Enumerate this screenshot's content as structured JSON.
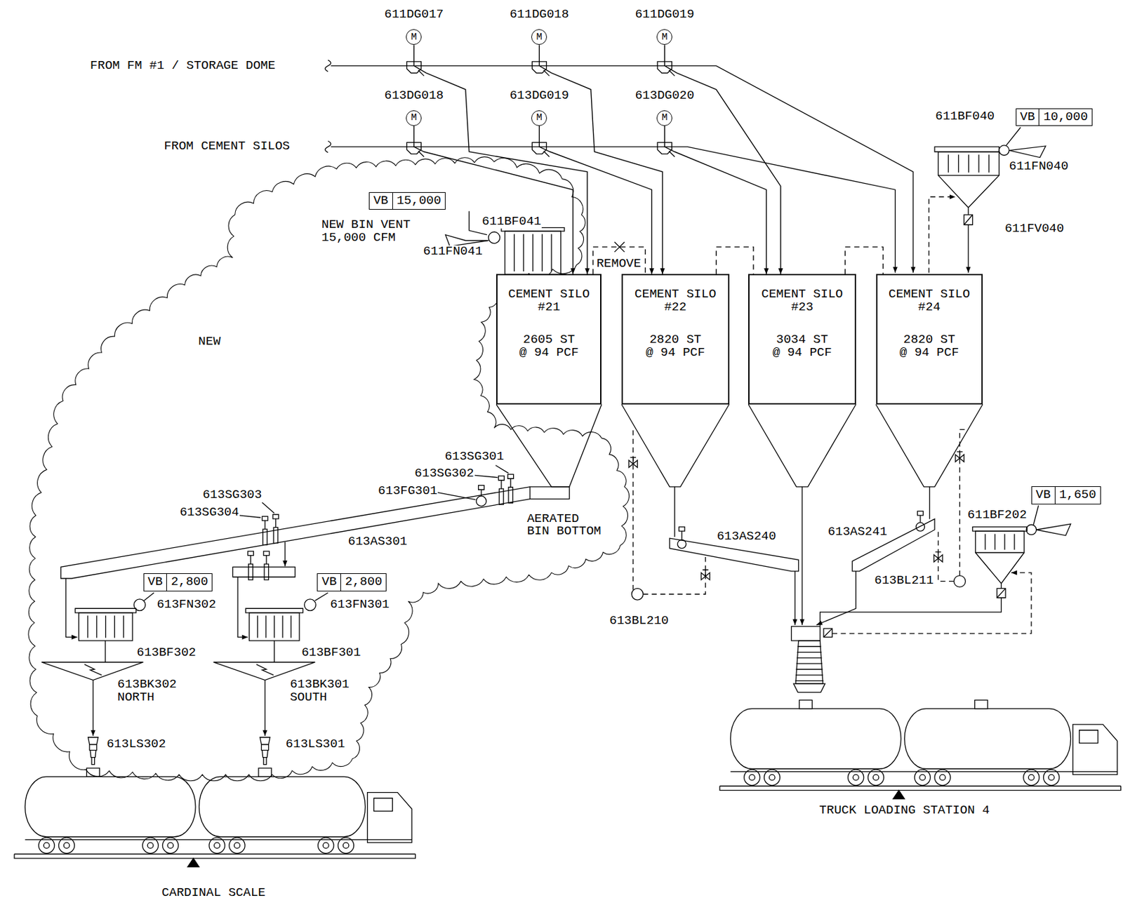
{
  "diagram": {
    "nodes": [
      {
        "text": [
          "611DG017",
          "M"
        ]
      },
      {
        "text": [
          "611DG018",
          "M"
        ]
      },
      {
        "text": [
          "611DG019",
          "M"
        ]
      },
      {
        "text": [
          "613DG018",
          "M"
        ]
      },
      {
        "text": [
          "613DG019",
          "M"
        ]
      },
      {
        "text": [
          "613DG020",
          "M"
        ]
      },
      {
        "text": [
          "VB",
          "10,000"
        ]
      },
      {
        "text": [
          "VB",
          "15,000"
        ]
      },
      {
        "text": [
          "CEMENT SILO #21",
          "2605 ST @ 94 PCF"
        ]
      },
      {
        "text": [
          "CEMENT SILO #22",
          "2820 ST @ 94 PCF"
        ]
      },
      {
        "text": [
          "CEMENT SILO #23",
          "3034 ST @ 94 PCF"
        ]
      },
      {
        "text": [
          "CEMENT SILO #24",
          "2820 ST @ 94 PCF"
        ]
      },
      {
        "text": [
          "VB",
          "2,800"
        ]
      },
      {
        "text": [
          "VB",
          "2,800"
        ]
      },
      {
        "text": [
          "VB",
          "1,650"
        ]
      }
    ],
    "edges": [
      {
        "from": 0,
        "to": 8,
        "arrow": "to"
      },
      {
        "from": 3,
        "to": 8,
        "arrow": "to"
      },
      {
        "from": 1,
        "to": 9,
        "arrow": "to"
      },
      {
        "from": 4,
        "to": 9,
        "arrow": "to"
      },
      {
        "from": 2,
        "to": 10,
        "arrow": "to"
      },
      {
        "from": 5,
        "to": 10,
        "arrow": "to"
      },
      {
        "from": 8,
        "to": 9,
        "label": "REMOVE",
        "arrow": "none"
      },
      {
        "from": 9,
        "to": 10,
        "arrow": "none"
      },
      {
        "from": 10,
        "to": 11,
        "arrow": "none"
      }
    ],
    "labels": [
      "FROM FM #1 / STORAGE DOME",
      "FROM CEMENT SILOS",
      "611BF040",
      "611FN040",
      "611FV040",
      "NEW BIN VENT 15,000 CFM",
      "611BF041",
      "611FN041",
      "NEW",
      "613SG301",
      "613SG302",
      "613FG301",
      "613SG303",
      "613SG304",
      "613AS301",
      "AERATED BIN BOTTOM",
      "613FN302",
      "613BF302",
      "613BK302 NORTH",
      "613LS302",
      "613FN301",
      "613BF301",
      "613BK301 SOUTH",
      "613LS301",
      "CARDINAL SCALE",
      "613AS240",
      "613BL210",
      "613AS241",
      "613BL211",
      "611BF202",
      "TRUCK LOADING STATION 4"
    ]
  }
}
